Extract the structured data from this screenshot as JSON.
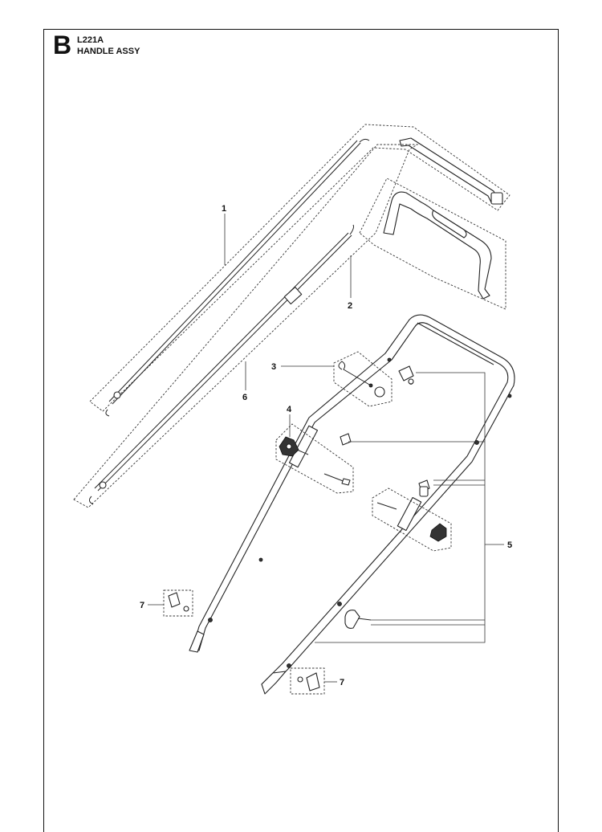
{
  "header": {
    "section_letter": "B",
    "model_code": "L221A",
    "assembly_title": "HANDLE ASSY"
  },
  "callouts": [
    {
      "id": "1",
      "label": "1"
    },
    {
      "id": "2",
      "label": "2"
    },
    {
      "id": "3",
      "label": "3"
    },
    {
      "id": "4",
      "label": "4"
    },
    {
      "id": "5",
      "label": "5"
    },
    {
      "id": "6",
      "label": "6"
    },
    {
      "id": "7a",
      "label": "7"
    },
    {
      "id": "7b",
      "label": "7"
    }
  ]
}
